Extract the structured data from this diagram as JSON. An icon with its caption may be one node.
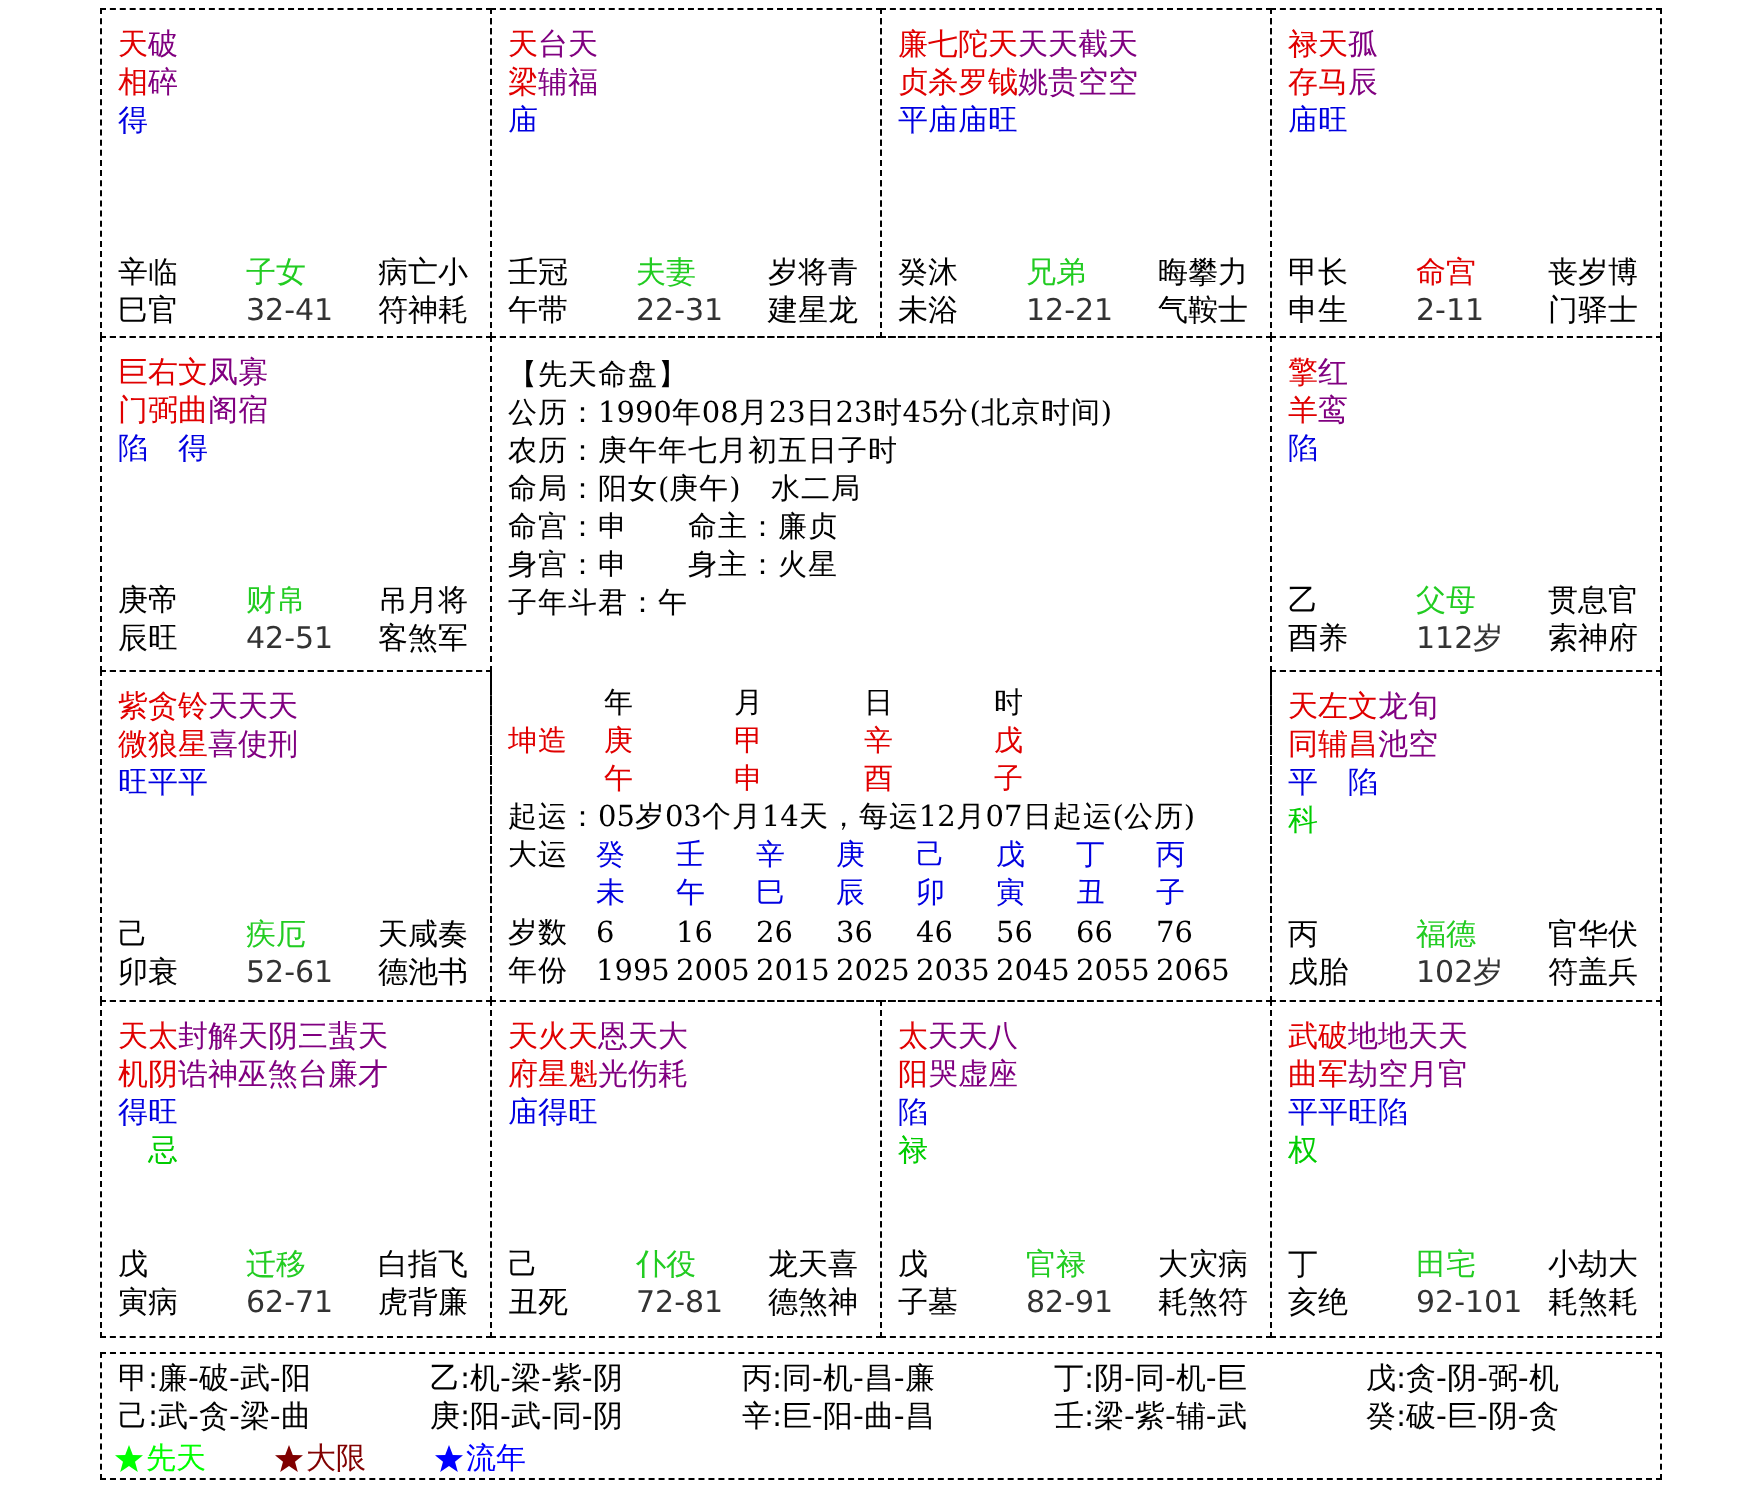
{
  "diagram": {
    "nodes": [
      {
        "text": [
          "天破",
          "相碎",
          "得",
          "辛临",
          "巳官",
          "子女",
          "32-41",
          "病亡小",
          "符神耗"
        ]
      },
      {
        "text": [
          "天台天",
          "梁辅福",
          "庙",
          "壬冠",
          "午带",
          "夫妻",
          "22-31",
          "岁将青",
          "建星龙"
        ]
      },
      {
        "text": [
          "廉七陀天天天截天",
          "贞杀罗钺姚贵空空",
          "平庙庙旺",
          "癸沐",
          "未浴",
          "兄弟",
          "12-21",
          "晦攀力",
          "气鞍士"
        ]
      },
      {
        "text": [
          "禄天孤",
          "存马辰",
          "庙旺",
          "甲长",
          "申生",
          "命宫",
          "2-11",
          "丧岁博",
          "门驿士"
        ]
      },
      {
        "text": [
          "巨右文凤寡",
          "门弼曲阁宿",
          "陷　得",
          "庚帝",
          "辰旺",
          "财帛",
          "42-51",
          "吊月将",
          "客煞军"
        ]
      },
      {
        "text": [
          "【先天命盘】",
          "公历：1990年08月23日23时45分(北京时间)",
          "农历：庚午年七月初五日子时",
          "命局：阳女(庚午)　水二局",
          "命宫：申　　命主：廉贞",
          "身宫：申　　身主：火星",
          "子年斗君：午",
          "年",
          "月",
          "日",
          "时",
          "坤造",
          "庚午",
          "甲申",
          "辛酉",
          "戊子",
          "起运：05岁03个月14天，每运12月07日起运(公历)",
          "大运",
          "癸未",
          "壬午",
          "辛巳",
          "庚辰",
          "己卯",
          "戊寅",
          "丁丑",
          "丙子",
          "岁数",
          "6",
          "16",
          "26",
          "36",
          "46",
          "56",
          "66",
          "76",
          "年份",
          "1995",
          "2005",
          "2015",
          "2025",
          "2035",
          "2045",
          "2055",
          "2065"
        ]
      },
      {
        "text": [
          "擎红",
          "羊鸾",
          "陷",
          "乙",
          "酉养",
          "父母",
          "112岁",
          "贯息官",
          "索神府"
        ]
      },
      {
        "text": [
          "紫贪铃天天天",
          "微狼星喜使刑",
          "旺平平",
          "己",
          "卯衰",
          "疾厄",
          "52-61",
          "天咸奏",
          "德池书"
        ]
      },
      {
        "text": [
          "天左文龙旬",
          "同辅昌池空",
          "平　陷",
          "科",
          "丙",
          "戌胎",
          "福德",
          "102岁",
          "官华伏",
          "符盖兵"
        ]
      },
      {
        "text": [
          "天太封解天阴三蜚天",
          "机阴诰神巫煞台廉才",
          "得旺",
          "忌",
          "戊",
          "寅病",
          "迁移",
          "62-71",
          "白指飞",
          "虎背廉"
        ]
      },
      {
        "text": [
          "天火天恩天大",
          "府星魁光伤耗",
          "庙得旺",
          "己",
          "丑死",
          "仆役",
          "72-81",
          "龙天喜",
          "德煞神"
        ]
      },
      {
        "text": [
          "太天天八",
          "阳哭虚座",
          "陷",
          "禄",
          "戊",
          "子墓",
          "官禄",
          "82-91",
          "大灾病",
          "耗煞符"
        ]
      },
      {
        "text": [
          "武破地地天天",
          "曲军劫空月官",
          "平平旺陷",
          "权",
          "丁",
          "亥绝",
          "田宅",
          "92-101",
          "小劫大",
          "耗煞耗"
        ]
      },
      {
        "text": [
          "甲:廉-破-武-阳",
          "乙:机-梁-紫-阴",
          "丙:同-机-昌-廉",
          "丁:阴-同-机-巨",
          "戊:贪-阴-弼-机",
          "己:武-贪-梁-曲",
          "庚:阳-武-同-阴",
          "辛:巨-阳-曲-昌",
          "壬:梁-紫-辅-武",
          "癸:破-巨-阴-贪"
        ]
      }
    ],
    "legend": [
      {
        "text": "先天",
        "color": "#00ff00"
      },
      {
        "text": "大限",
        "color": "#800000"
      },
      {
        "text": "流年",
        "color": "#0000ff"
      }
    ]
  }
}
